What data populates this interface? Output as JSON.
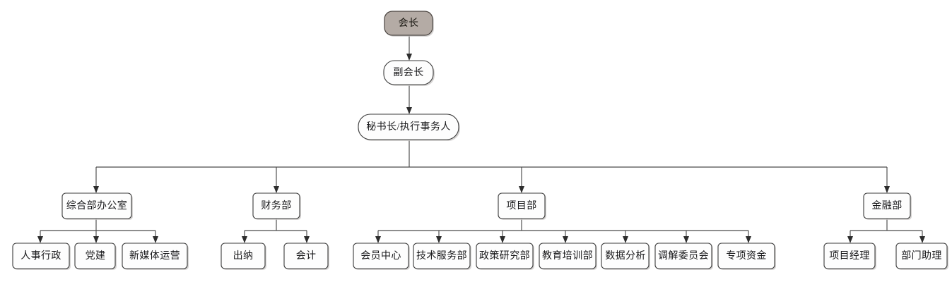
{
  "chart": {
    "title": "",
    "type": "org-chart",
    "background_color": "#ffffff",
    "root_fill_color": "#b4aba5",
    "node_fill_color": "#fdfdfd",
    "node_border_color": "#3a3a3a",
    "connector_color": "#4a4a4a"
  },
  "nodes": {
    "root": {
      "label": "会长"
    },
    "vice": {
      "label": "副会长"
    },
    "secretary": {
      "label": "秘书长/执行事务人"
    },
    "dept_admin": {
      "label": "综合部办公室"
    },
    "dept_finance": {
      "label": "财务部"
    },
    "dept_project": {
      "label": "项目部"
    },
    "dept_fund": {
      "label": "金融部"
    }
  },
  "leaves": {
    "admin": [
      {
        "label": "人事行政"
      },
      {
        "label": "党建"
      },
      {
        "label": "新媒体运营"
      }
    ],
    "finance": [
      {
        "label": "出纳"
      },
      {
        "label": "会计"
      }
    ],
    "project": [
      {
        "label": "会员中心"
      },
      {
        "label": "技术服务部"
      },
      {
        "label": "政策研究部"
      },
      {
        "label": "教育培训部"
      },
      {
        "label": "数据分析"
      },
      {
        "label": "调解委员会"
      },
      {
        "label": "专项资金"
      }
    ],
    "fund": [
      {
        "label": "项目经理"
      },
      {
        "label": "部门助理"
      }
    ]
  }
}
